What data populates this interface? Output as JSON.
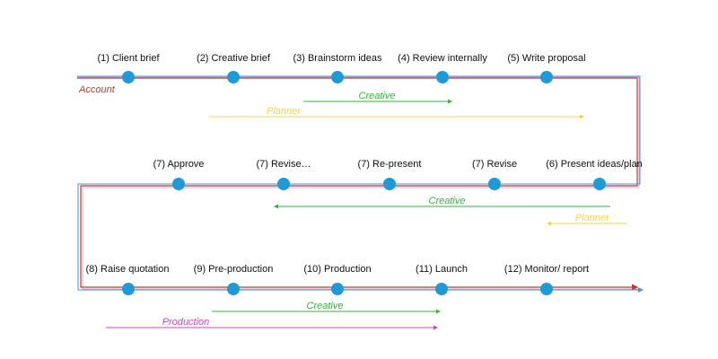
{
  "colors": {
    "account": "#c0392b",
    "creative": "#3cb043",
    "planner": "#f0d44a",
    "production": "#cc44cc",
    "track_blue": "#4a90d9",
    "node": "#1e9bd7"
  },
  "rows": [
    {
      "steps": [
        "(1) Client brief",
        "(2) Creative brief",
        "(3) Brainstorm ideas",
        "(4) Review internally",
        "(5) Write proposal"
      ],
      "roles": [
        {
          "key": "account",
          "label": "Account"
        },
        {
          "key": "creative",
          "label": "Creative"
        },
        {
          "key": "planner",
          "label": "Planner"
        }
      ]
    },
    {
      "steps": [
        "(7) Approve",
        "(7) Revise…",
        "(7) Re-present",
        "(7) Revise",
        "(6) Present ideas/plan"
      ],
      "roles": [
        {
          "key": "creative",
          "label": "Creative"
        },
        {
          "key": "planner",
          "label": "Planner"
        }
      ]
    },
    {
      "steps": [
        "(8) Raise quotation",
        "(9) Pre-production",
        "(10) Production",
        "(11) Launch",
        "(12) Monitor/ report"
      ],
      "roles": [
        {
          "key": "creative",
          "label": "Creative"
        },
        {
          "key": "production",
          "label": "Production"
        }
      ]
    }
  ]
}
